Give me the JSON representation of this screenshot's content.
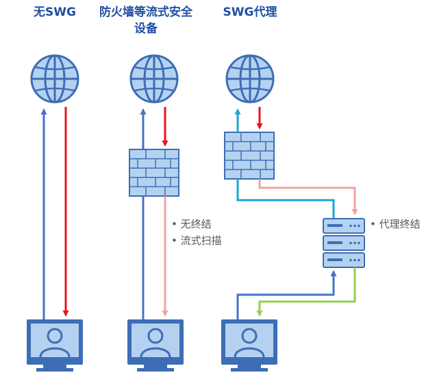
{
  "columns": [
    {
      "title": "无SWG"
    },
    {
      "title": "防火墙等流式安全设备"
    },
    {
      "title": "SWG代理"
    }
  ],
  "notes": {
    "firewall_note_1": "无终结",
    "firewall_note_2": "流式扫描",
    "proxy_note": "代理终结"
  },
  "icons": [
    "globe-icon",
    "firewall-icon",
    "server-stack-icon",
    "user-monitor-icon"
  ],
  "colors": {
    "blue": "#4472c4",
    "red": "#e8141c",
    "pink": "#f4a0a0",
    "cyan": "#19a6d9",
    "green": "#92d050",
    "icon_fill": "#b4d2f0",
    "icon_stroke": "#3d6db5"
  }
}
